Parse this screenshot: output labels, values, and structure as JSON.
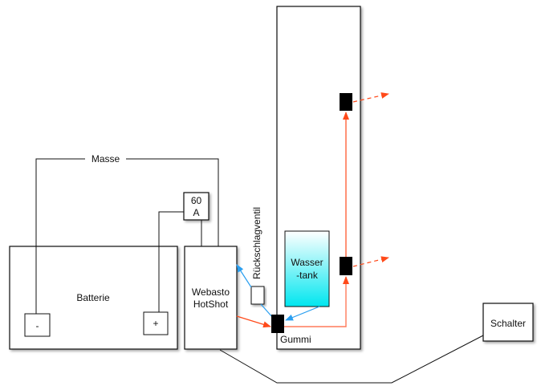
{
  "diagram": {
    "nodes": {
      "battery": {
        "label": "Batterie"
      },
      "battery_minus": {
        "label": "-"
      },
      "battery_plus": {
        "label": "+"
      },
      "fuse": {
        "line1": "60",
        "line2": "A"
      },
      "heater": {
        "line1": "Webasto",
        "line2": "HotShot"
      },
      "check_valve": {
        "label": "Rückschlagventil"
      },
      "water_tank": {
        "line1": "Wasser",
        "line2": "-tank"
      },
      "rubber_junction": {
        "label": "Gummi"
      },
      "switch": {
        "label": "Schalter"
      }
    },
    "wires": {
      "ground": {
        "label": "Masse"
      }
    },
    "colors": {
      "hot_water": "#ff4a1a",
      "cold_water": "#2a9ff0",
      "wire": "#111111",
      "tank_top": "#ffffff",
      "tank_bottom": "#00e8f0"
    }
  }
}
